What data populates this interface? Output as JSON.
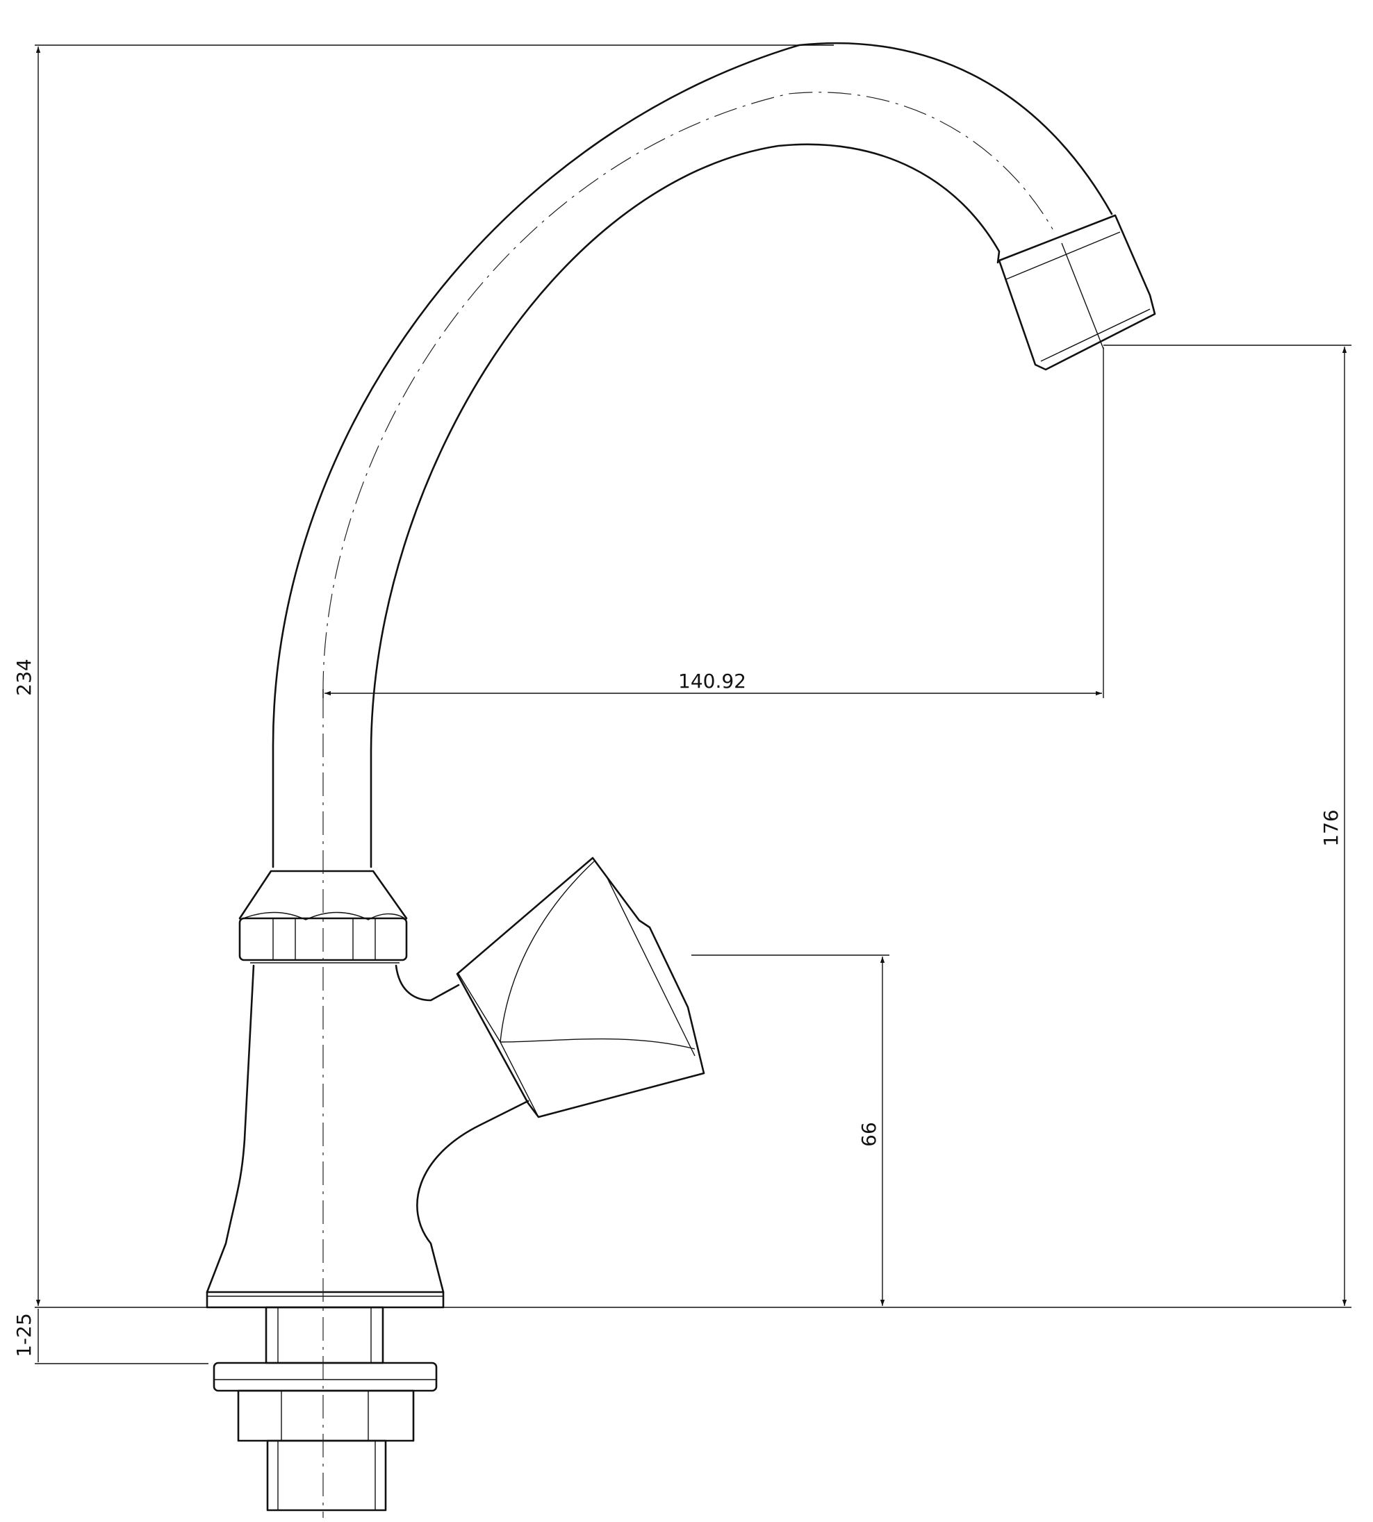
{
  "drawing": {
    "subject": "faucet",
    "line_color": "#111111",
    "background": "#ffffff",
    "dimensions": {
      "overall_height": "234",
      "spout_reach": "140.92",
      "spout_outlet_height": "176",
      "handle_height": "66",
      "mounting_thickness": "1-25"
    }
  }
}
